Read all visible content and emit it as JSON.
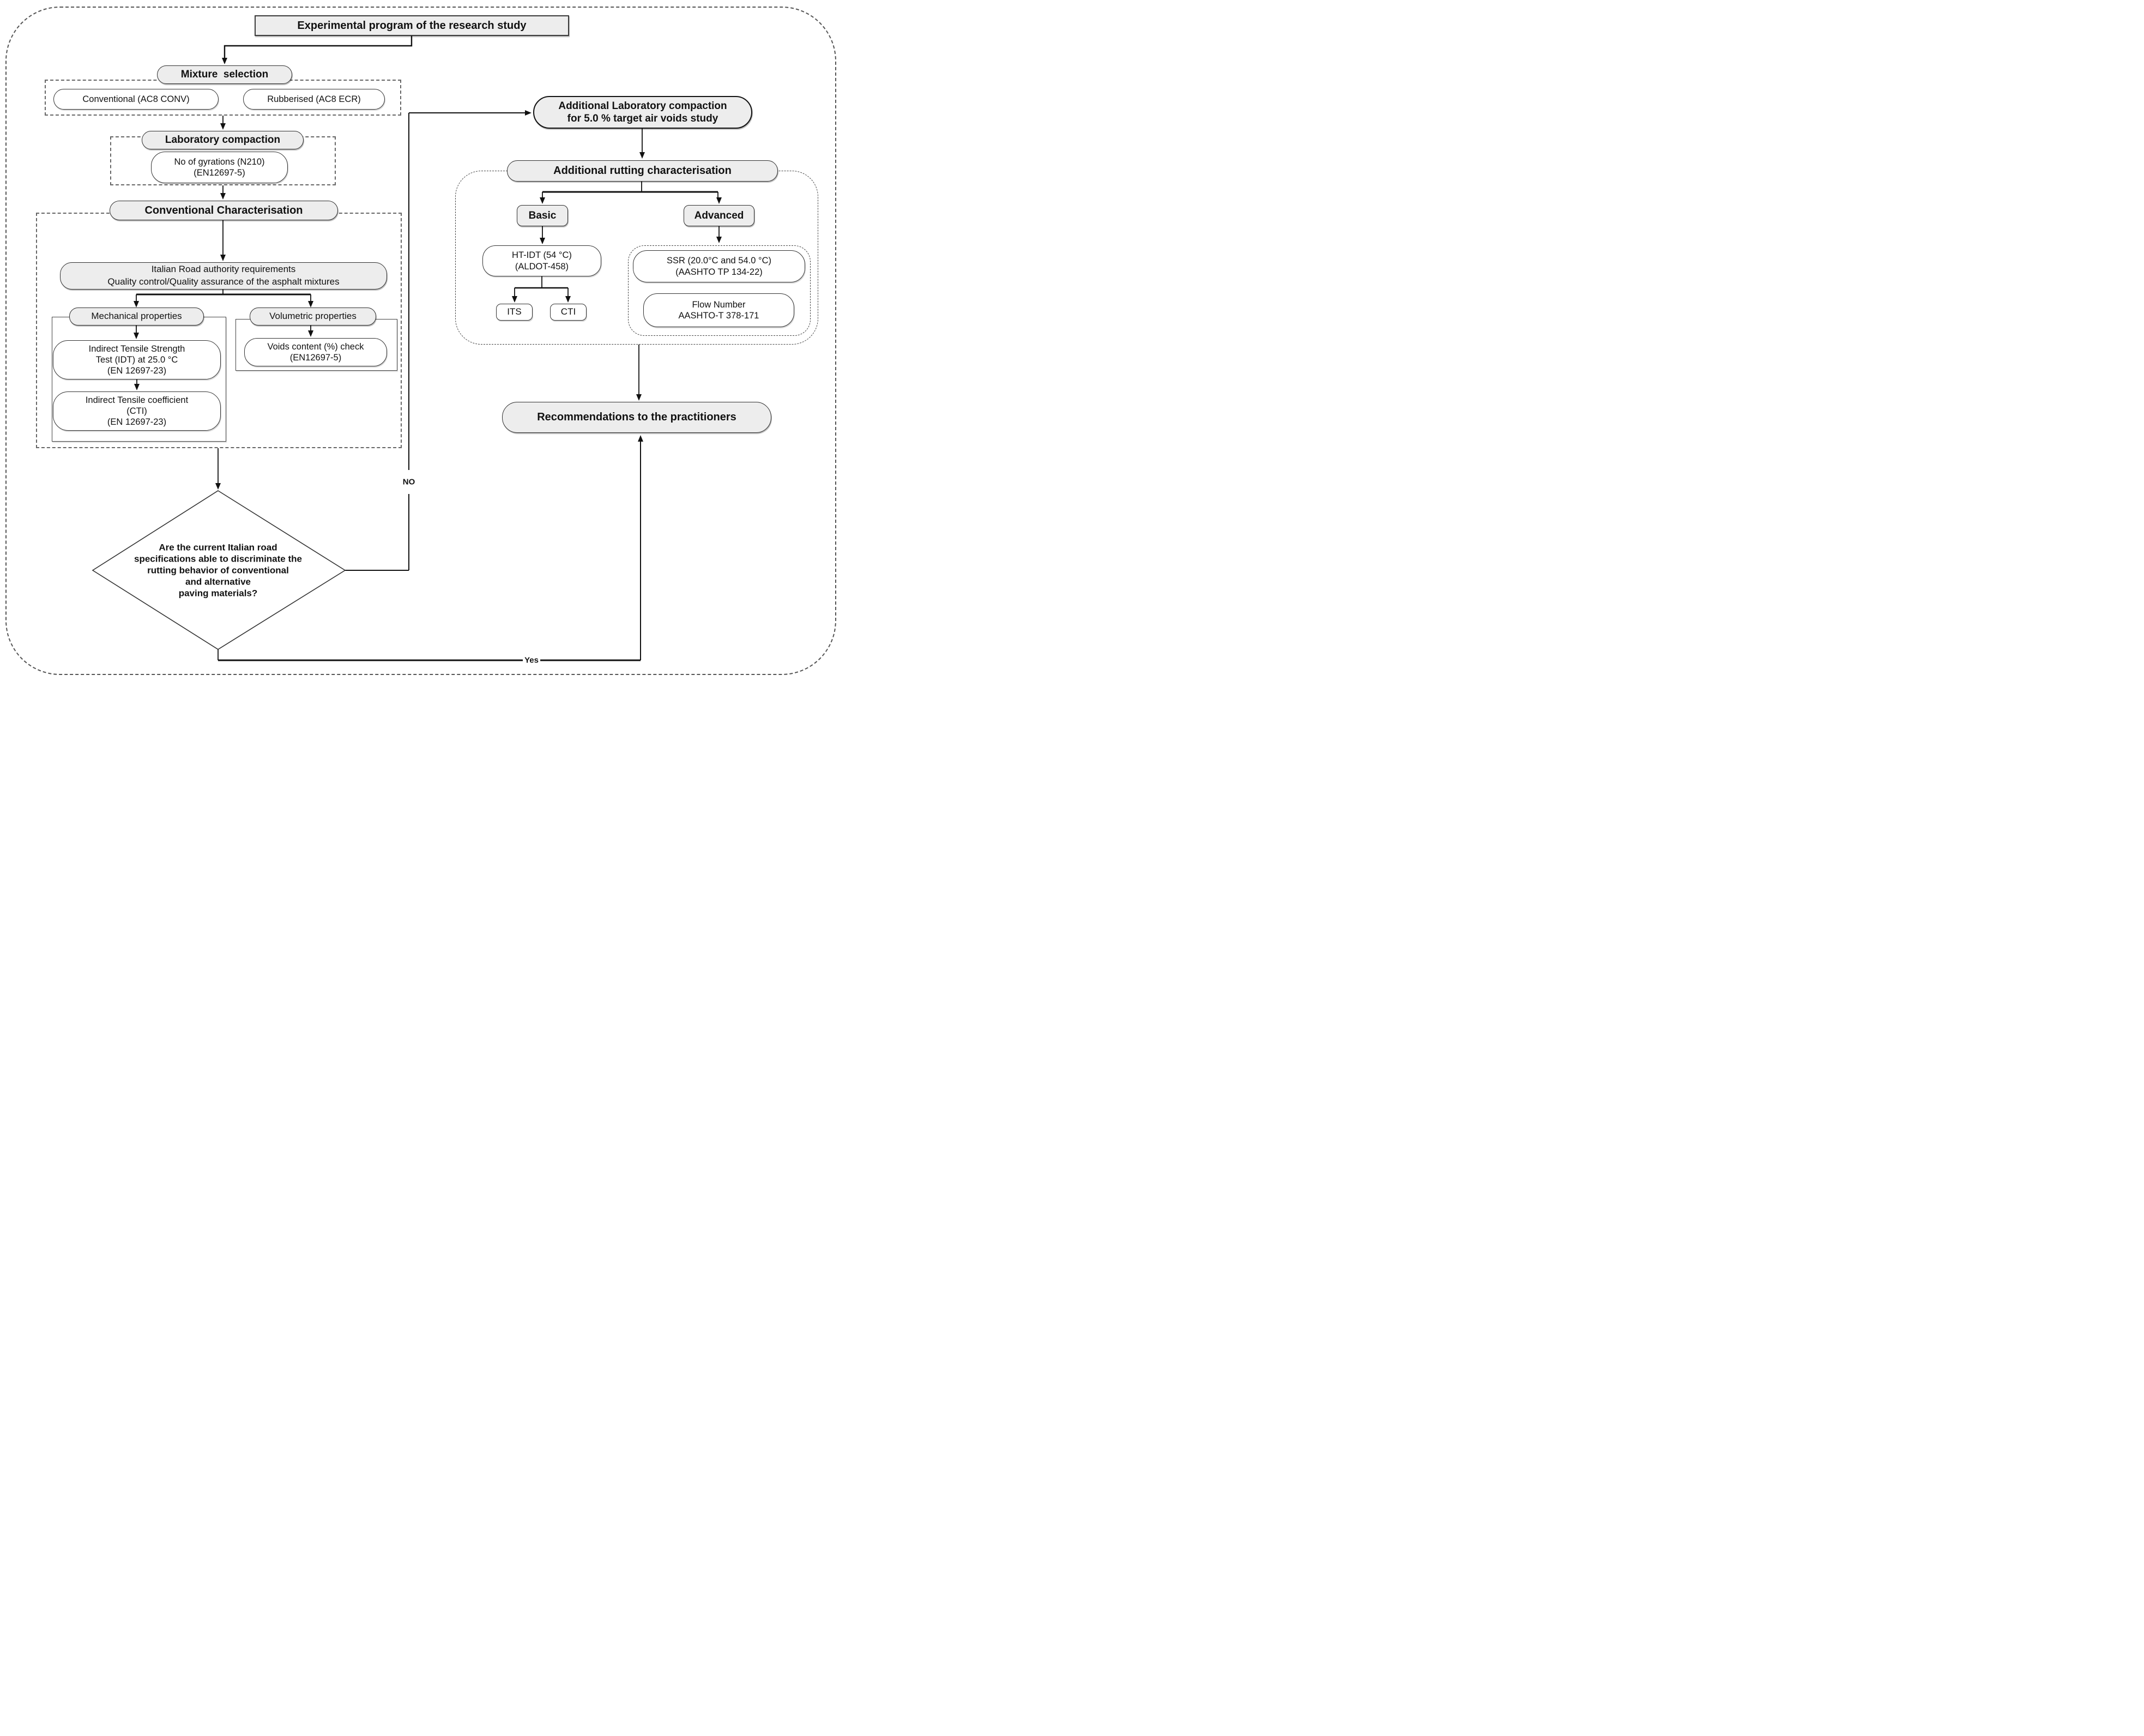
{
  "diagram": {
    "title": "Experimental program of the research study",
    "mixture": {
      "header": "Mixture  selection",
      "conventional": "Conventional (AC8 CONV)",
      "rubberised": "Rubberised (AC8 ECR)"
    },
    "lab_compaction": {
      "header": "Laboratory compaction",
      "gyrations": "No of gyrations (N210)\n(EN12697-5)"
    },
    "conventional_characterisation": {
      "header": "Conventional Characterisation",
      "requirements": "Italian Road authority requirements\nQuality control/Quality assurance of the asphalt mixtures",
      "mechanical": {
        "header": "Mechanical properties",
        "idt": "Indirect Tensile Strength\nTest (IDT) at 25.0 °C\n(EN 12697-23)",
        "cti": "Indirect Tensile coefficient\n(CTI)\n(EN 12697-23)"
      },
      "volumetric": {
        "header": "Volumetric properties",
        "voids": "Voids content (%) check\n(EN12697-5)"
      }
    },
    "decision": {
      "question": "Are the current Italian road\nspecifications able to discriminate the\nrutting behavior of conventional\nand alternative\npaving materials?",
      "no_label": "NO",
      "yes_label": "Yes"
    },
    "additional_compaction": "Additional Laboratory compaction\nfor 5.0 % target air voids study",
    "additional_rutting": {
      "header": "Additional rutting characterisation",
      "basic": {
        "header": "Basic",
        "ht_idt": "HT-IDT (54 °C)\n(ALDOT-458)",
        "its": "ITS",
        "cti": "CTI"
      },
      "advanced": {
        "header": "Advanced",
        "ssr": "SSR (20.0°C and 54.0 °C)\n(AASHTO TP 134-22)",
        "flow_number": "Flow Number\nAASHTO-T 378-171"
      }
    },
    "recommendations": "Recommendations to the practitioners",
    "colors": {
      "node_fill": "#ededed",
      "node_border": "#333333",
      "line": "#111111",
      "dashed_border": "#666666"
    }
  }
}
